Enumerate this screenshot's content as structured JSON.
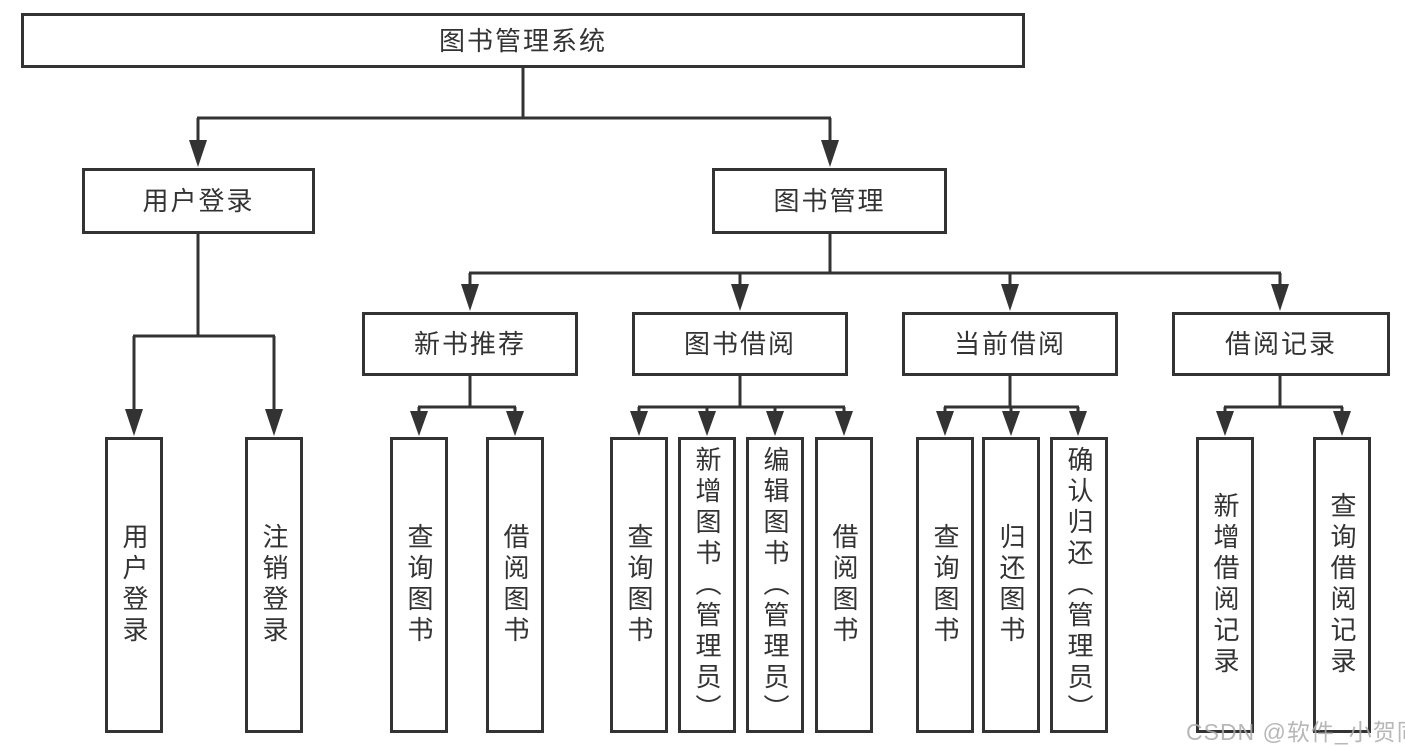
{
  "diagram": {
    "tree": {
      "label": "图书管理系统",
      "children": [
        {
          "label": "用户登录",
          "children": [
            {
              "label": "用户登录"
            },
            {
              "label": "注销登录"
            }
          ]
        },
        {
          "label": "图书管理",
          "children": [
            {
              "label": "新书推荐",
              "children": [
                {
                  "label": "查询图书"
                },
                {
                  "label": "借阅图书"
                }
              ]
            },
            {
              "label": "图书借阅",
              "children": [
                {
                  "label": "查询图书"
                },
                {
                  "label": "新增图书（管理员）"
                },
                {
                  "label": "编辑图书（管理员）"
                },
                {
                  "label": "借阅图书"
                }
              ]
            },
            {
              "label": "当前借阅",
              "children": [
                {
                  "label": "查询图书"
                },
                {
                  "label": "归还图书"
                },
                {
                  "label": "确认归还（管理员）"
                }
              ]
            },
            {
              "label": "借阅记录",
              "children": [
                {
                  "label": "新增借阅记录"
                },
                {
                  "label": "查询借阅记录"
                }
              ]
            }
          ]
        }
      ]
    },
    "watermark": "CSDN @软件_小贺同学",
    "colors": {
      "line": "#333333",
      "text": "#333333",
      "box_background": "#ffffff",
      "watermark": "#ababab",
      "background": "#ffffff"
    }
  }
}
